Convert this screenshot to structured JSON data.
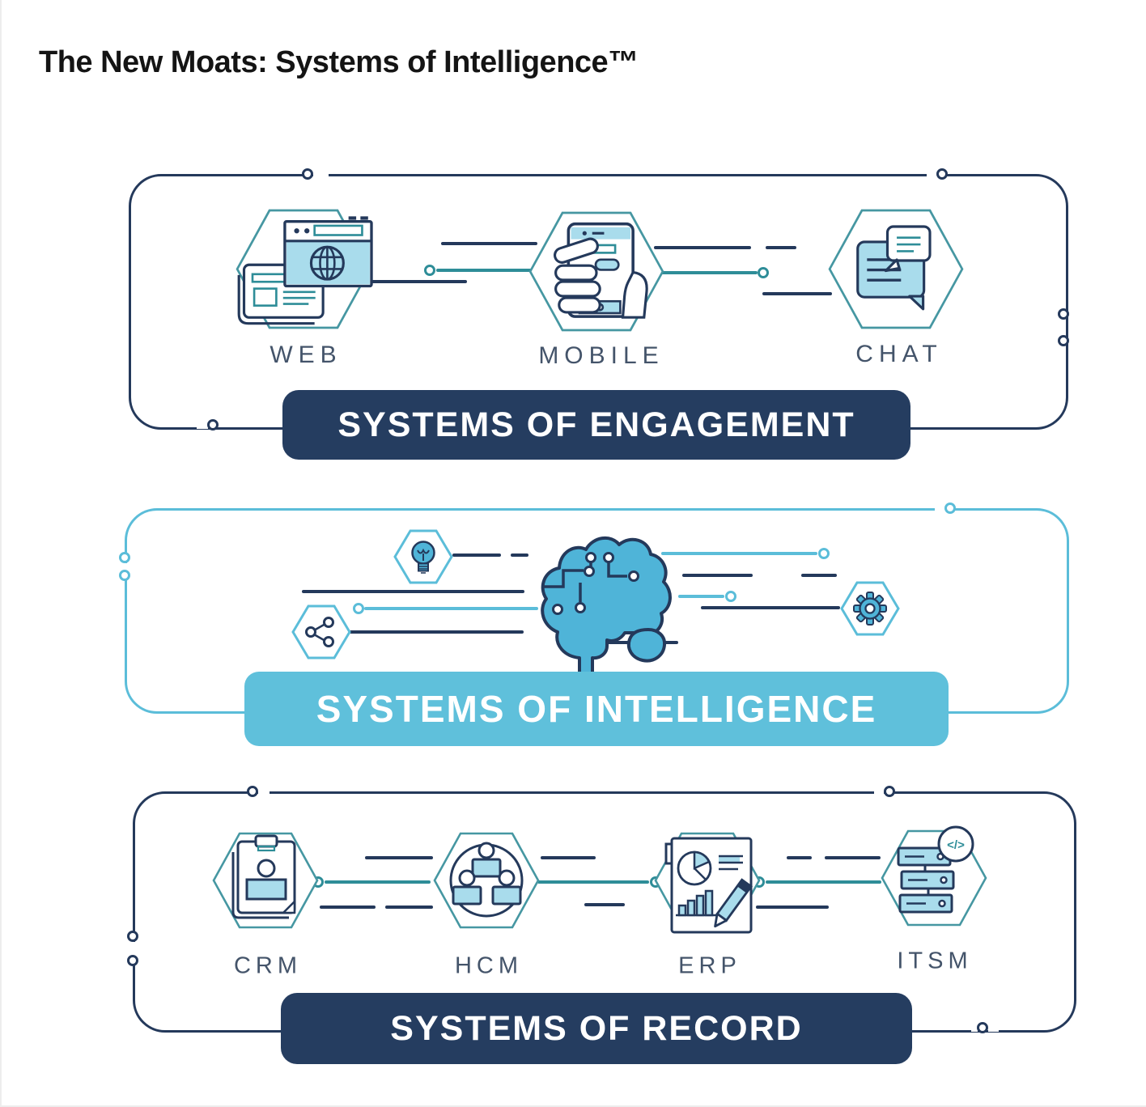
{
  "title": "The New Moats: Systems of Intelligence™",
  "colors": {
    "navy": "#24395B",
    "banner_navy": "#253D60",
    "banner_sky": "#5FC0DB",
    "teal_hex": "#4697A2",
    "teal_line": "#2E8D98",
    "sky": "#5BBDD9",
    "sky_fill": "#4FB4D8",
    "light_blue": "#A9DCEC",
    "label_text": "#44546A",
    "banner_text": "#FFFFFF"
  },
  "layers": [
    {
      "name": "Systems of Engagement",
      "banner": "SYSTEMS OF ENGAGEMENT",
      "style": "navy",
      "items": [
        {
          "label": "WEB",
          "icon": "web-browser-globe-icon"
        },
        {
          "label": "MOBILE",
          "icon": "hand-holding-phone-icon"
        },
        {
          "label": "CHAT",
          "icon": "chat-bubbles-icon"
        }
      ]
    },
    {
      "name": "Systems of Intelligence",
      "banner": "SYSTEMS OF INTELLIGENCE",
      "style": "sky",
      "items": [
        {
          "icon": "lightbulb-icon"
        },
        {
          "icon": "share-nodes-icon"
        },
        {
          "icon": "brain-circuit-icon"
        },
        {
          "icon": "gear-icon"
        }
      ]
    },
    {
      "name": "Systems of Record",
      "banner": "SYSTEMS OF RECORD",
      "style": "navy",
      "items": [
        {
          "label": "CRM",
          "icon": "clipboard-contact-icon"
        },
        {
          "label": "HCM",
          "icon": "people-group-icon"
        },
        {
          "label": "ERP",
          "icon": "document-charts-pen-icon"
        },
        {
          "label": "ITSM",
          "icon": "server-stack-code-icon",
          "badge": "</>"
        }
      ]
    }
  ]
}
